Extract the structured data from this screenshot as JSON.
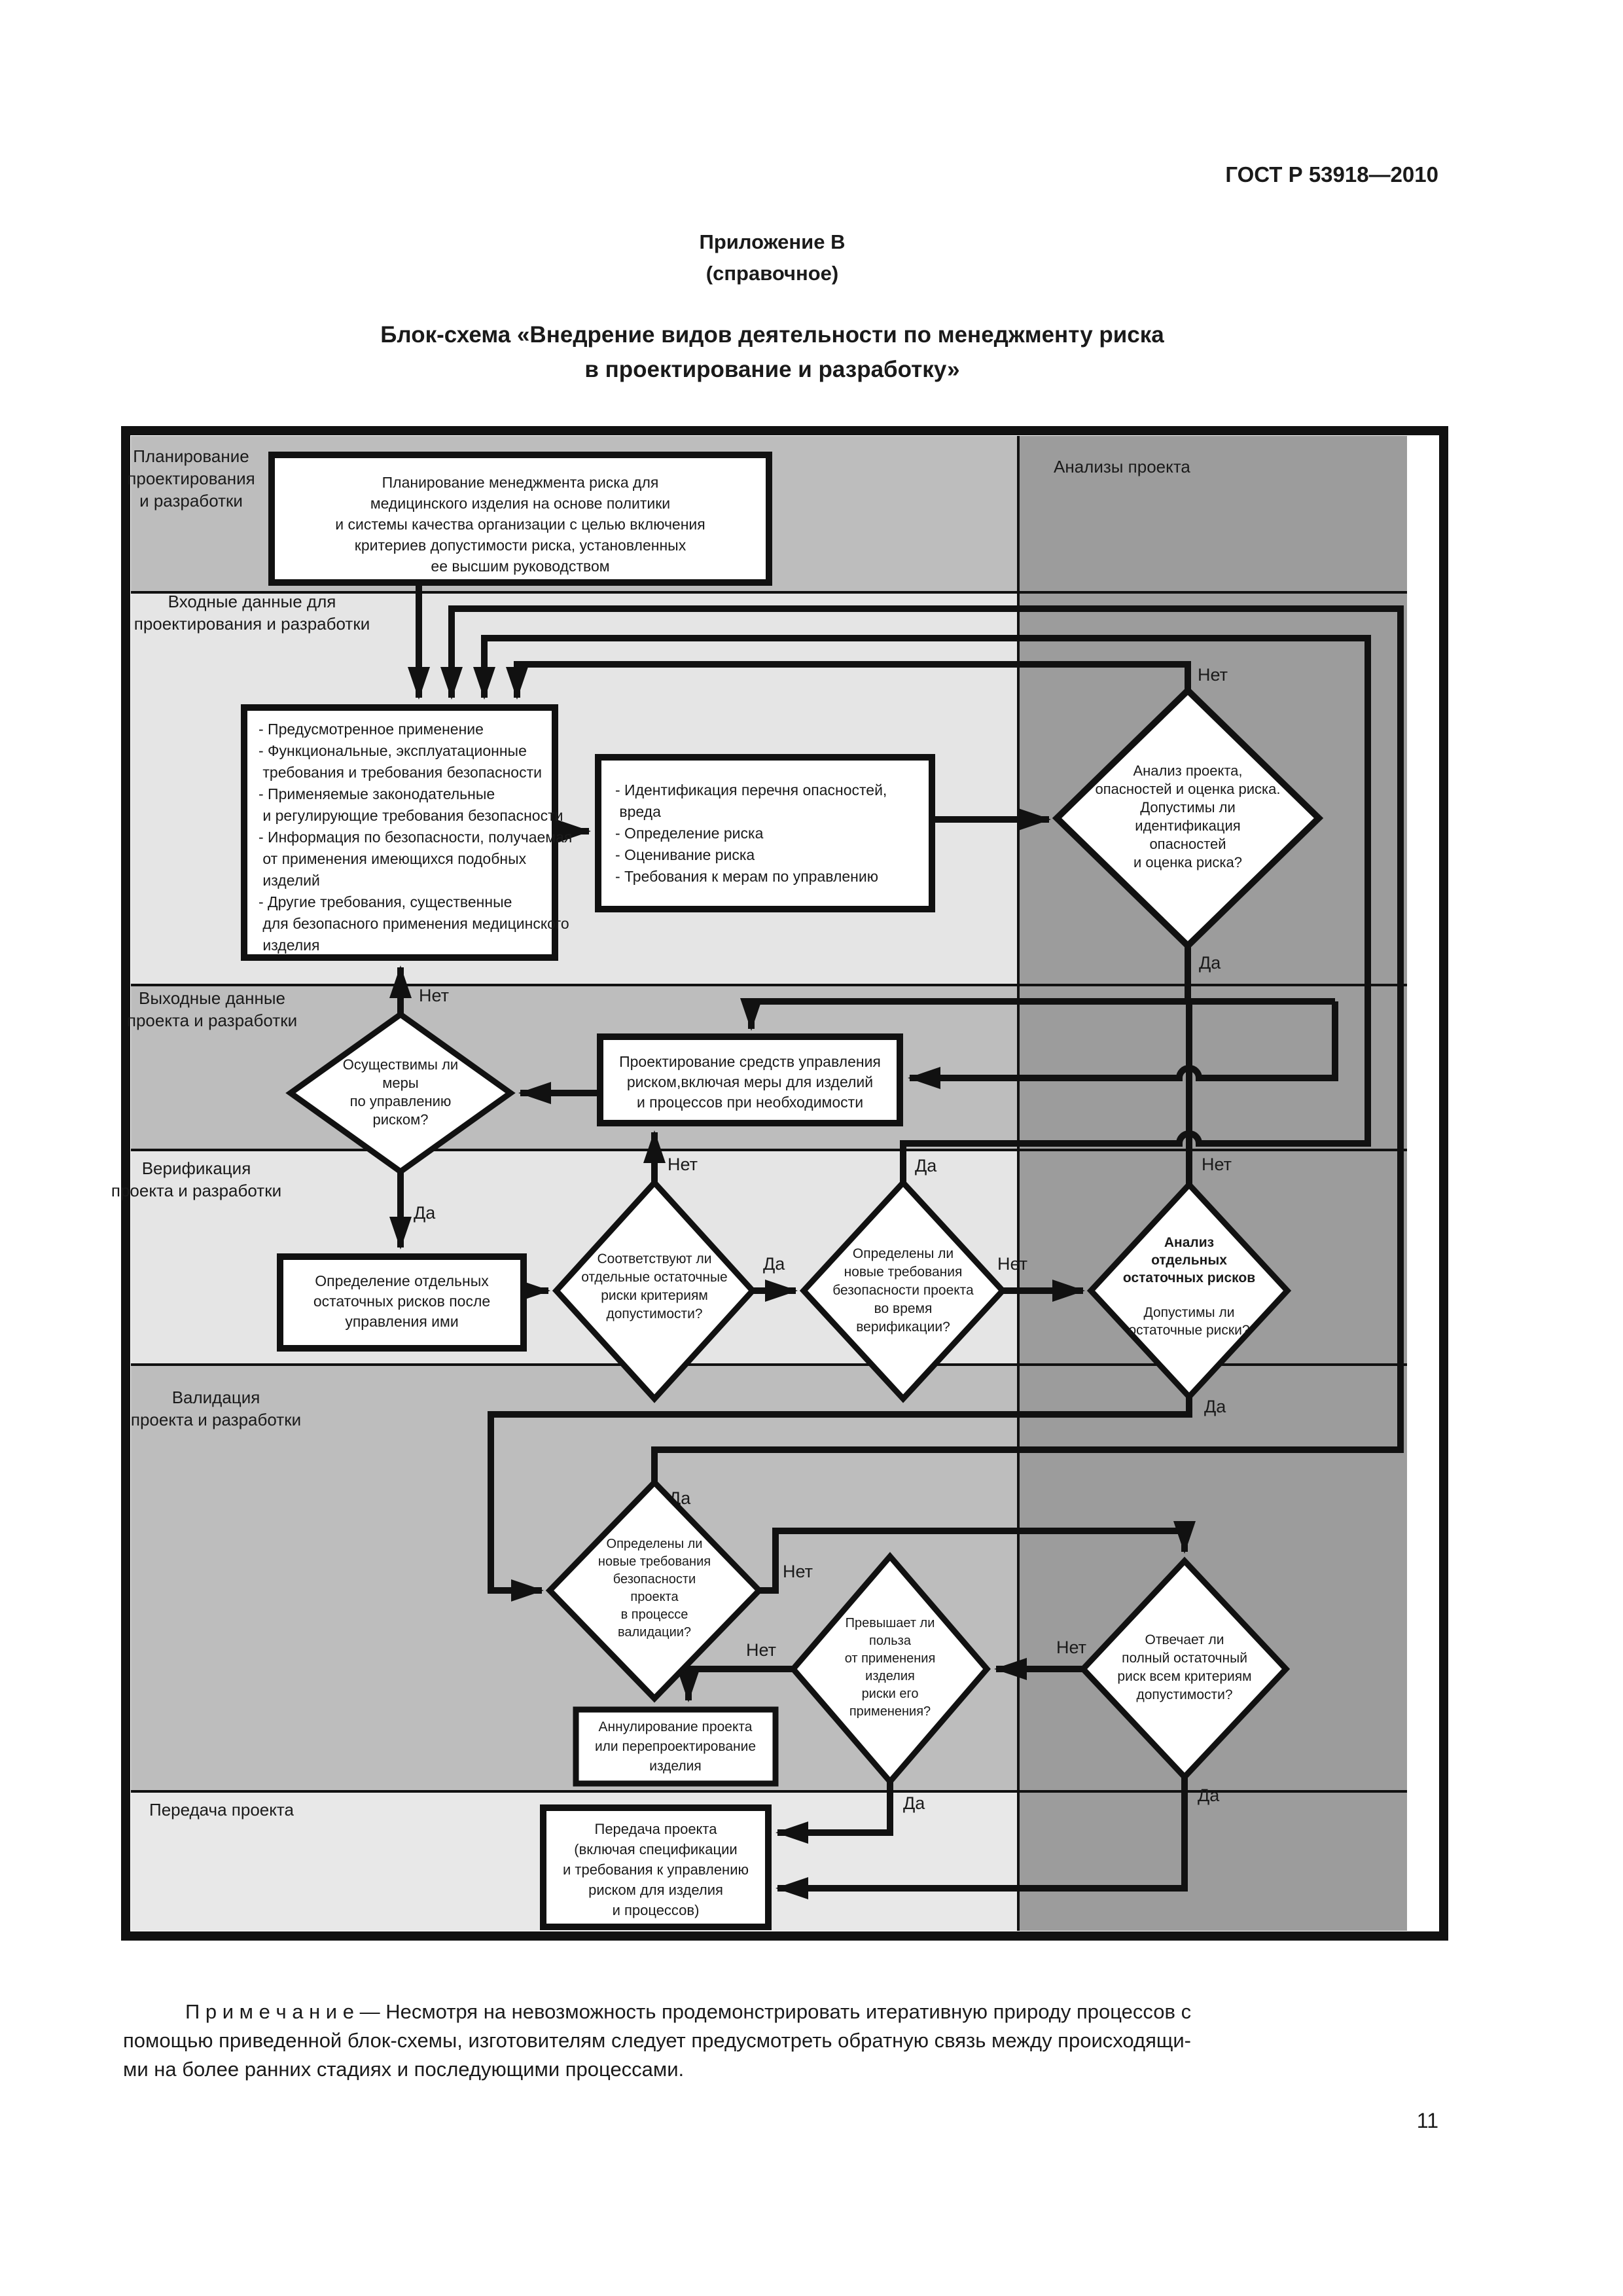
{
  "page": {
    "standard": "ГОСТ Р 53918—2010",
    "appendix": "Приложение В",
    "appendix_note": "(справочное)",
    "title_line1": "Блок-схема «Внедрение видов деятельности по менеджменту риска",
    "title_line2": "в проектирование и разработку»",
    "note_line1": "П р и м е ч а н и е — Несмотря на невозможность продемонстрировать итеративную природу процессов с",
    "note_line2": "помощью приведенной блок-схемы, изготовителям следует предусмотреть обратную связь между происходящи-",
    "note_line3": "ми на более ранних стадиях и последующими процессами.",
    "page_number": "11"
  },
  "colors": {
    "lane_medium": "#bdbdbd",
    "lane_light": "#e5e5e5",
    "analyses_column": "#9c9c9c",
    "line": "#111111",
    "node_fill": "#ffffff"
  },
  "labels": {
    "yes": "Да",
    "no": "Нет"
  },
  "lanes": {
    "planning": [
      "Планирование",
      "проектирования",
      "и разработки"
    ],
    "inputs": [
      "Входные данные для",
      "проектирования и разработки"
    ],
    "outputs": [
      "Выходные данные",
      "проекта и разработки"
    ],
    "verification": [
      "Верификация",
      "проекта и разработки"
    ],
    "validation": [
      "Валидация",
      "проекта и разработки"
    ],
    "transfer": [
      "Передача проекта"
    ],
    "analyses": [
      "Анализы проекта"
    ]
  },
  "nodes": {
    "n1": [
      "Планирование менеджмента риска для",
      "медицинского изделия на основе политики",
      "и системы качества организации с целью включения",
      "критериев допустимости риска, установленных",
      "ее высшим руководством"
    ],
    "n2": [
      "- Предусмотренное применение",
      "- Функциональные, эксплуатационные",
      "  требования и требования безопасности",
      "- Применяемые законодательные",
      "  и регулирующие требования безопасности",
      "- Информация по безопасности, получаемая",
      "  от применения имеющихся подобных",
      "  изделий",
      "- Другие требования, существенные",
      "  для безопасного применения медицинского",
      "  изделия"
    ],
    "n3": [
      "- Идентификация перечня опасностей,",
      "  вреда",
      "- Определение риска",
      "- Оценивание риска",
      "- Требования к мерам по управлению"
    ],
    "n4": [
      "Проектирование средств управления",
      "риском,включая меры для изделий",
      "и процессов при необходимости"
    ],
    "n5": [
      "Определение отдельных",
      "остаточных рисков после",
      "управления ими"
    ],
    "n6": [
      "Аннулирование проекта",
      "или перепроектирование",
      "изделия"
    ],
    "n7": [
      "Передача проекта",
      "(включая спецификации",
      "и требования к управлению",
      "риском для изделия",
      "и процессов)"
    ],
    "d1": [
      "Анализ проекта,",
      "опасностей и оценка риска.",
      "Допустимы ли",
      "идентификация",
      "опасностей",
      "и оценка риска?"
    ],
    "d2": [
      "Осуществимы ли",
      "меры",
      "по управлению",
      "риском?"
    ],
    "d3": [
      "Определены ли",
      "новые требования",
      "безопасности проекта",
      "во время",
      "верификации?"
    ],
    "d4": [
      "Соответствуют ли",
      "отдельные остаточные",
      "риски критериям",
      "допустимости?"
    ],
    "d5_title": [
      "Анализ",
      "отдельных",
      "остаточных рисков"
    ],
    "d5_question": [
      "Допустимы ли",
      "остаточные риски?"
    ],
    "d6": [
      "Определены ли",
      "новые требования",
      "безопасности",
      "проекта",
      "в процессе",
      "валидации?"
    ],
    "d7": [
      "Превышает ли",
      "польза",
      "от применения",
      "изделия",
      "риски его",
      "применения?"
    ],
    "d8": [
      "Отвечает ли",
      "полный остаточный",
      "риск всем критериям",
      "допустимости?"
    ]
  }
}
